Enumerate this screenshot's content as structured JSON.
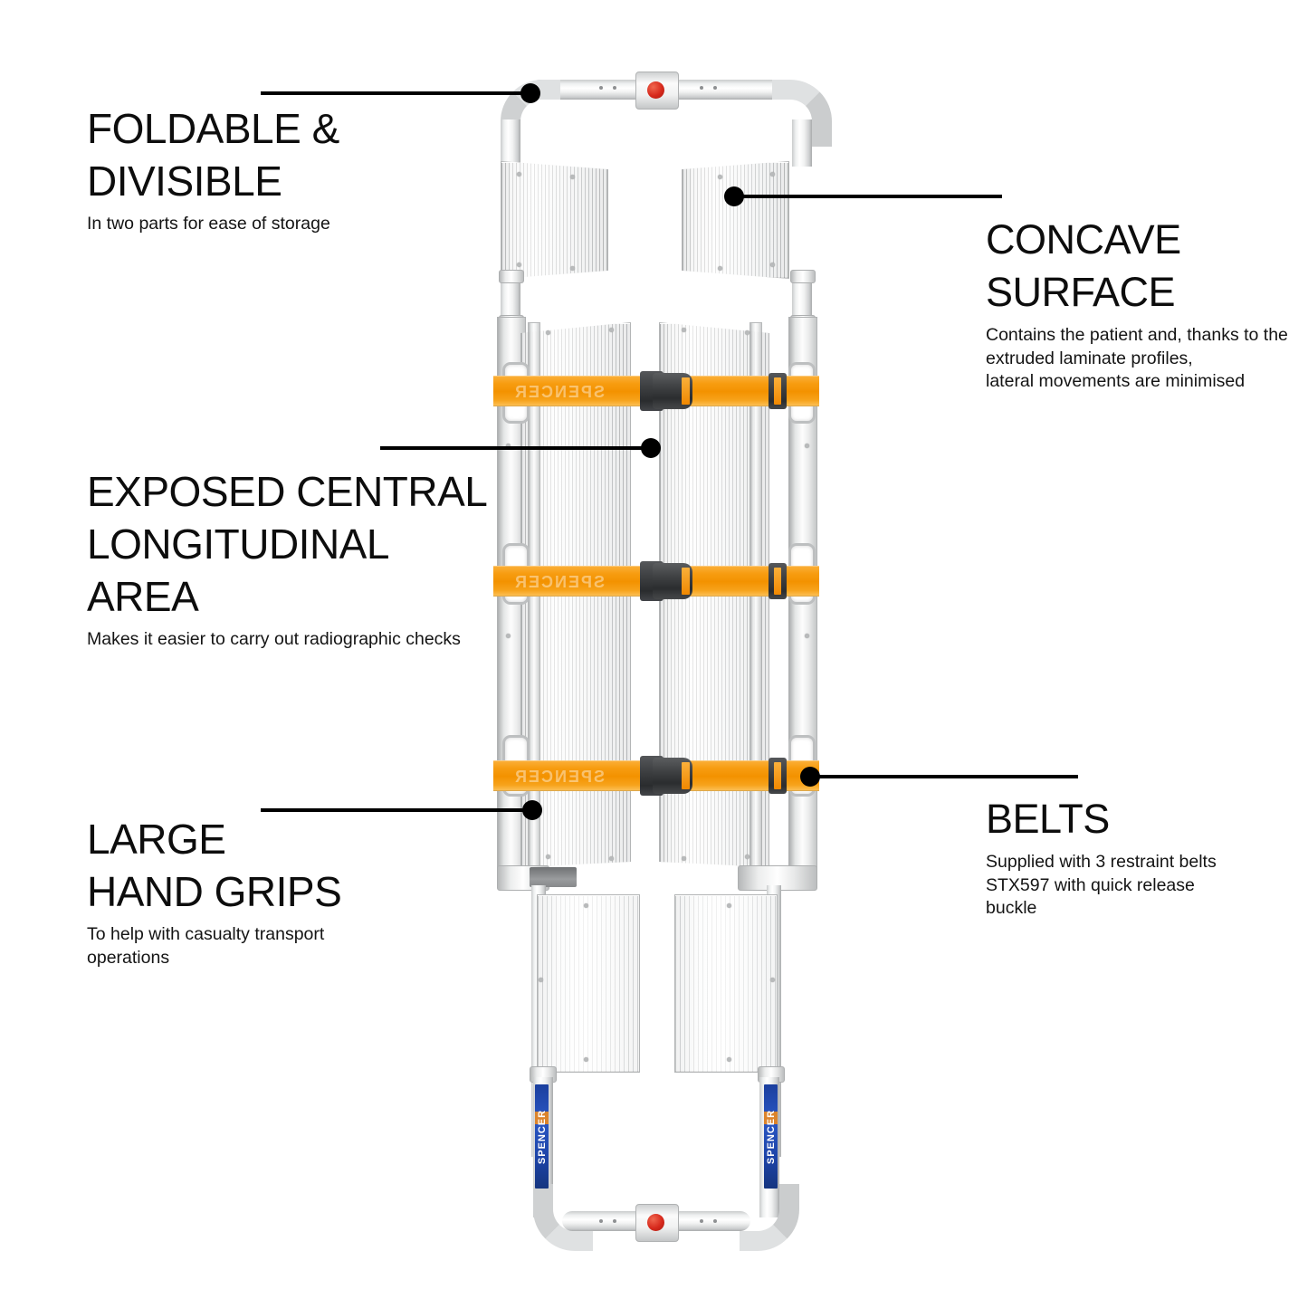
{
  "document": {
    "kind": "product-feature-diagram",
    "subject": "Foldable divisible aluminium scoop stretcher"
  },
  "callouts": [
    {
      "id": "foldable-divisible",
      "title": "FOLDABLE &\nDIVISIBLE",
      "subtitle": "In two parts for ease of storage",
      "side": "left"
    },
    {
      "id": "concave-surface",
      "title": "CONCAVE\nSURFACE",
      "subtitle": "Contains the patient and, thanks to the\nextruded laminate profiles,\nlateral movements are minimised",
      "side": "right"
    },
    {
      "id": "exposed-central-longitudinal-area",
      "title": "EXPOSED CENTRAL\nLONGITUDINAL\nAREA",
      "subtitle": "Makes it easier to carry out radiographic checks",
      "side": "left"
    },
    {
      "id": "large-hand-grips",
      "title": "LARGE\nHAND GRIPS",
      "subtitle": "To help with casualty transport\noperations",
      "side": "left"
    },
    {
      "id": "belts",
      "title": "BELTS",
      "subtitle": "Supplied with 3 restraint belts\nSTX597 with quick release\nbuckle",
      "side": "right"
    }
  ],
  "product": {
    "belts": {
      "count": 3,
      "color": "#F39200",
      "webbing_text": "SPENCER",
      "buckle_color": "#2F3133",
      "buckle_type": "quick-release"
    },
    "release_buttons": {
      "count": 2,
      "color": "#D7291C"
    },
    "brand_sticker": {
      "text": "SPENCER",
      "background": "#1D44A8",
      "accent": "#F08A1C"
    },
    "frame": {
      "material": "anodised aluminium",
      "color": "#E9EAEA"
    }
  },
  "colors": {
    "background": "#FFFFFF",
    "text": "#0D0D0D",
    "leader_line": "#000000",
    "belt_orange": "#F39200",
    "button_red": "#D7291C",
    "sticker_blue": "#1D44A8"
  }
}
